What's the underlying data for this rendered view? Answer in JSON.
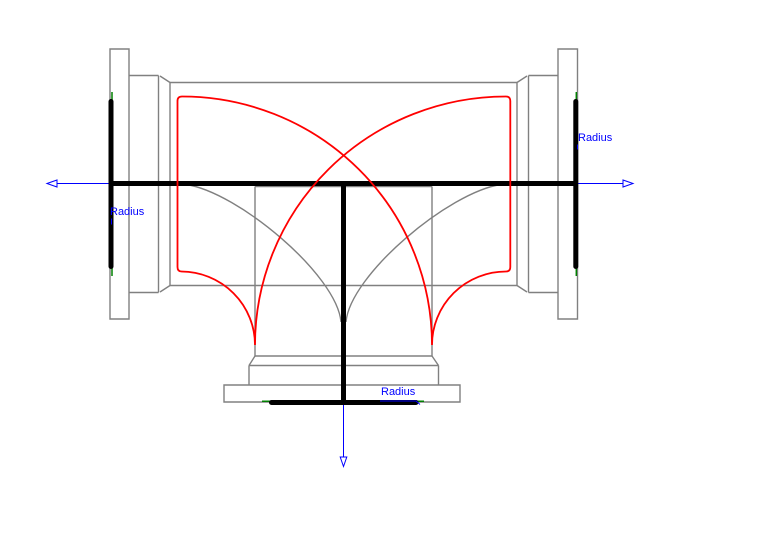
{
  "drawing": {
    "title": "pipe-tee-technical-drawing",
    "labels": {
      "left": "Radius",
      "right": "Radius",
      "bottom": "Radius"
    },
    "colors": {
      "background": "#FFFFFF",
      "outline": "#808080",
      "fillet": "#FF0000",
      "inner_curve": "#808080",
      "weld_line": "#008000",
      "face_mark": "#000000",
      "annotation": "#0000FF"
    }
  }
}
